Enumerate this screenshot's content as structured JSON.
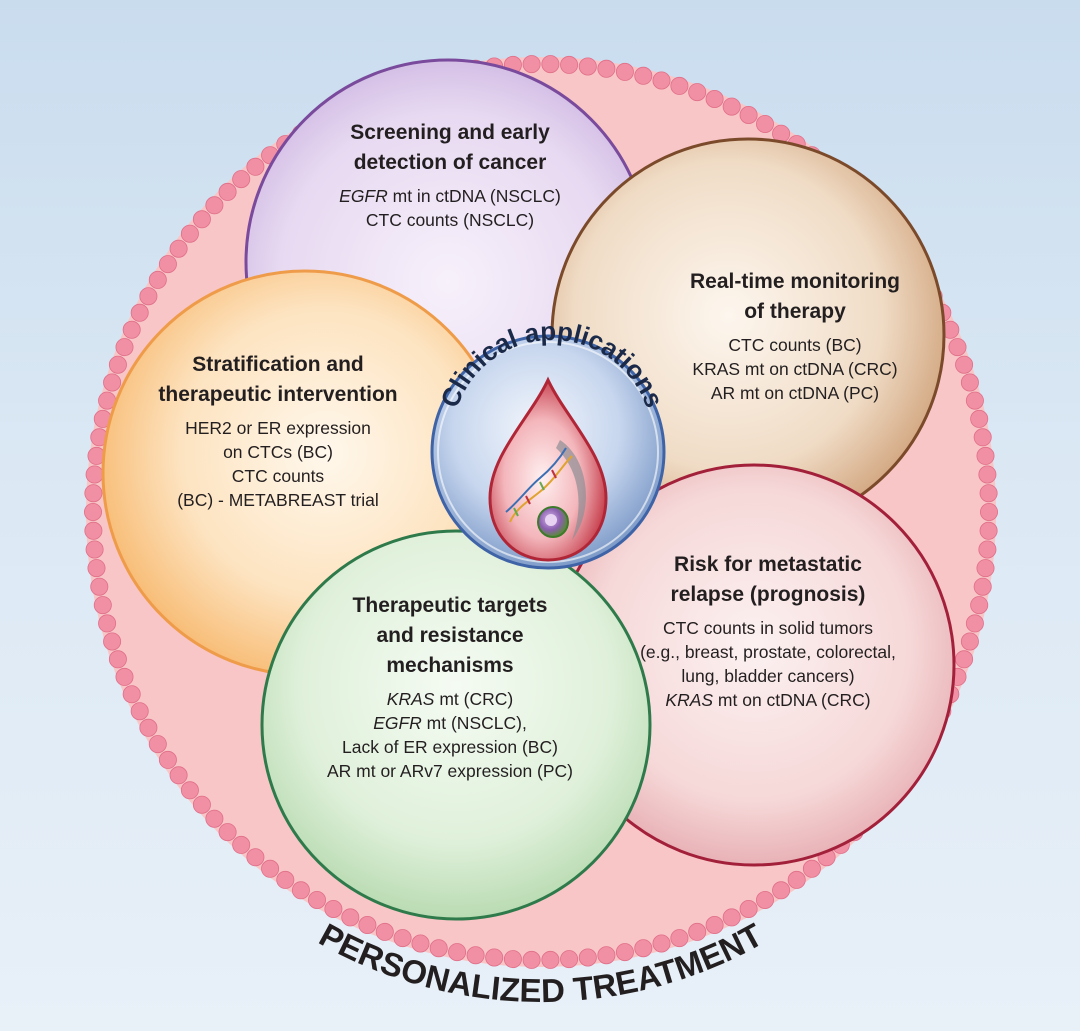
{
  "center": {
    "label": "Clinical applications"
  },
  "outer": {
    "label": "PERSONALIZED TREATMENT"
  },
  "colors": {
    "outer_fill": "#f8c6c7",
    "outer_beads": "#f18fa4",
    "purple": "#7a4a9c",
    "brown": "#7b4a2a",
    "orange": "#ef9c4a",
    "crimson": "#a3203a",
    "green": "#2f7a4b",
    "center_blue": "#3f63a7"
  },
  "sections": {
    "screening": {
      "title": "Screening and early\ndetection of cancer",
      "lines": [
        [
          {
            "t": "EGFR",
            "i": true
          },
          {
            "t": " mt in ctDNA (NSCLC)"
          }
        ],
        [
          {
            "t": "CTC counts (NSCLC)"
          }
        ]
      ]
    },
    "monitoring": {
      "title": "Real-time monitoring\nof therapy",
      "lines": [
        [
          {
            "t": "CTC counts (BC)"
          }
        ],
        [
          {
            "t": "KRAS mt on ctDNA (CRC)"
          }
        ],
        [
          {
            "t": "AR mt on ctDNA (PC)"
          }
        ]
      ]
    },
    "stratification": {
      "title": "Stratification and\ntherapeutic intervention",
      "lines": [
        [
          {
            "t": "HER2 or ER expression"
          }
        ],
        [
          {
            "t": "on CTCs (BC)"
          }
        ],
        [
          {
            "t": "CTC counts"
          }
        ],
        [
          {
            "t": "(BC) - METABREAST trial"
          }
        ]
      ]
    },
    "risk": {
      "title": "Risk for metastatic\nrelapse (prognosis)",
      "lines": [
        [
          {
            "t": "CTC counts in solid tumors"
          }
        ],
        [
          {
            "t": "(e.g., breast, prostate, colorectal,"
          }
        ],
        [
          {
            "t": "lung, bladder cancers)"
          }
        ],
        [
          {
            "t": "KRAS",
            "i": true
          },
          {
            "t": " mt on ctDNA (CRC)"
          }
        ]
      ]
    },
    "targets": {
      "title": "Therapeutic targets\nand resistance\nmechanisms",
      "lines": [
        [
          {
            "t": "KRAS",
            "i": true
          },
          {
            "t": " mt (CRC)"
          }
        ],
        [
          {
            "t": "EGFR",
            "i": true
          },
          {
            "t": " mt (NSCLC),"
          }
        ],
        [
          {
            "t": "Lack of ER expression (BC)"
          }
        ],
        [
          {
            "t": "AR mt or ARv7 expression (PC)"
          }
        ]
      ]
    }
  }
}
